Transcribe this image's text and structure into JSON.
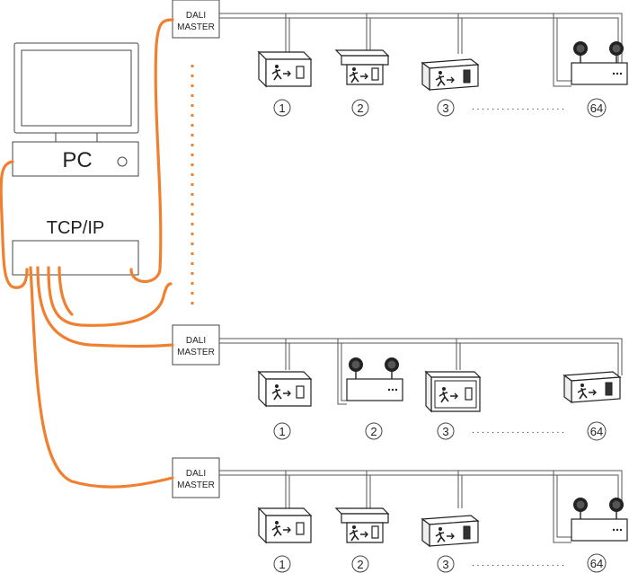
{
  "diagram": {
    "pc_label": "PC",
    "tcp_label": "TCP/IP",
    "master_line1": "DALI",
    "master_line2": "MASTER",
    "dots_text": ". . . . . . . . . . . . . . . . . . .",
    "lines": [
      {
        "masters": [
          "DALI",
          "MASTER"
        ],
        "nodes": [
          "1",
          "2",
          "3",
          "64"
        ]
      },
      {
        "masters": [
          "DALI",
          "MASTER"
        ],
        "nodes": [
          "1",
          "2",
          "3",
          "64"
        ]
      },
      {
        "masters": [
          "DALI",
          "MASTER"
        ],
        "nodes": [
          "1",
          "2",
          "3",
          "64"
        ]
      }
    ]
  },
  "colors": {
    "cable": "#f08030",
    "wire": "#555555",
    "outline": "#222222"
  }
}
